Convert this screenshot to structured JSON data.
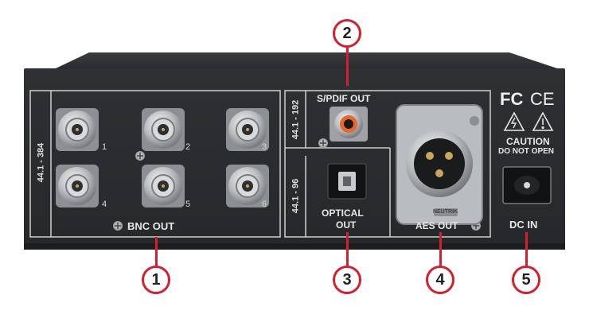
{
  "device": {
    "bnc_section": {
      "rate_label": "44.1 - 384",
      "title": "BNC OUT",
      "port_numbers": [
        "1",
        "2",
        "3",
        "4",
        "5",
        "6"
      ]
    },
    "spdif_section": {
      "rate_label": "44.1 - 192",
      "title": "S/PDIF OUT"
    },
    "optical_section": {
      "rate_label": "44.1 - 96",
      "title_line1": "OPTICAL",
      "title_line2": "OUT"
    },
    "aes_section": {
      "title": "AES OUT",
      "brand": "NEUTRIK"
    },
    "power_section": {
      "title": "DC IN"
    },
    "compliance": {
      "fc": "FC",
      "ce": "CE",
      "caution_title": "CAUTION",
      "caution_text": "DO NOT OPEN"
    }
  },
  "callouts": [
    "1",
    "2",
    "3",
    "4",
    "5"
  ],
  "colors": {
    "panel": "#2b2d30",
    "callout_ring": "#d3202f",
    "label_text": "#e8e8e8",
    "rca_ring": "#e8682a"
  }
}
